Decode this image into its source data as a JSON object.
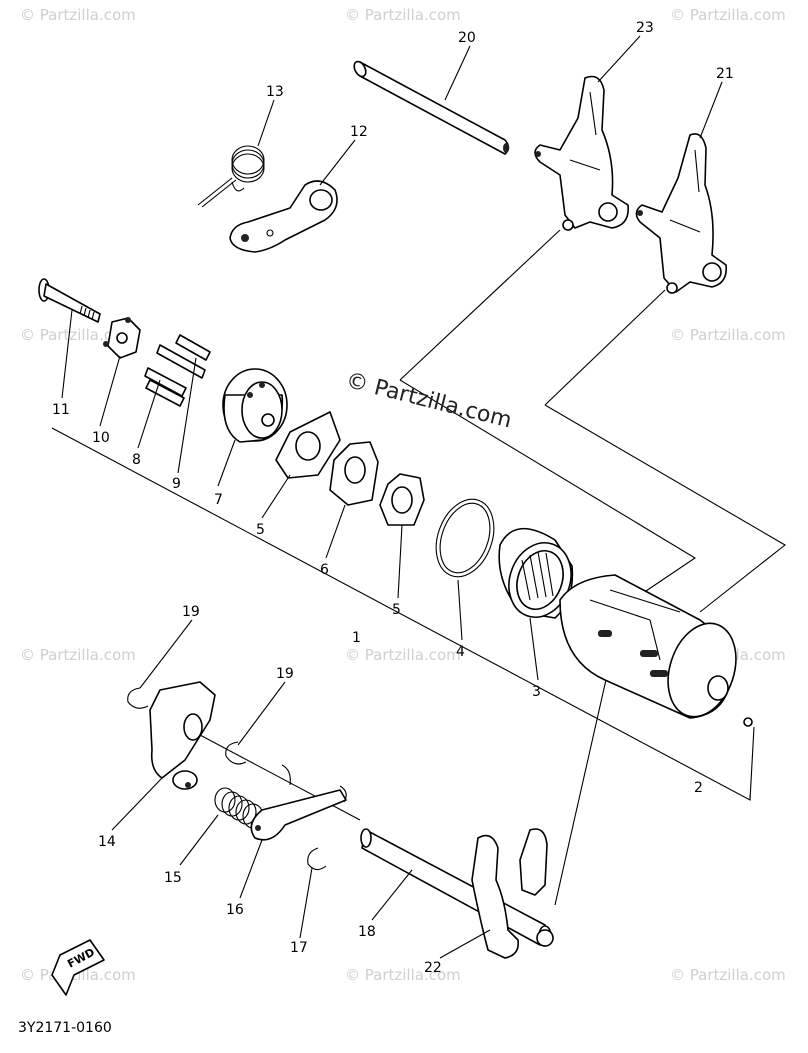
{
  "diagram": {
    "watermark_center": "© Partzilla.com",
    "watermark_repeat": "© Partzilla.com",
    "drawing_code": "3Y2171-0160",
    "fwd_label": "FWD",
    "callouts": [
      {
        "id": "c20",
        "label": "20"
      },
      {
        "id": "c23",
        "label": "23"
      },
      {
        "id": "c21",
        "label": "21"
      },
      {
        "id": "c13",
        "label": "13"
      },
      {
        "id": "c12",
        "label": "12"
      },
      {
        "id": "c11",
        "label": "11"
      },
      {
        "id": "c10",
        "label": "10"
      },
      {
        "id": "c8",
        "label": "8"
      },
      {
        "id": "c9",
        "label": "9"
      },
      {
        "id": "c7",
        "label": "7"
      },
      {
        "id": "c5a",
        "label": "5"
      },
      {
        "id": "c6",
        "label": "6"
      },
      {
        "id": "c5b",
        "label": "5"
      },
      {
        "id": "c1",
        "label": "1"
      },
      {
        "id": "c4",
        "label": "4"
      },
      {
        "id": "c3",
        "label": "3"
      },
      {
        "id": "c2",
        "label": "2"
      },
      {
        "id": "c19a",
        "label": "19"
      },
      {
        "id": "c19b",
        "label": "19"
      },
      {
        "id": "c14",
        "label": "14"
      },
      {
        "id": "c15",
        "label": "15"
      },
      {
        "id": "c16",
        "label": "16"
      },
      {
        "id": "c17",
        "label": "17"
      },
      {
        "id": "c18",
        "label": "18"
      },
      {
        "id": "c22",
        "label": "22"
      }
    ]
  }
}
